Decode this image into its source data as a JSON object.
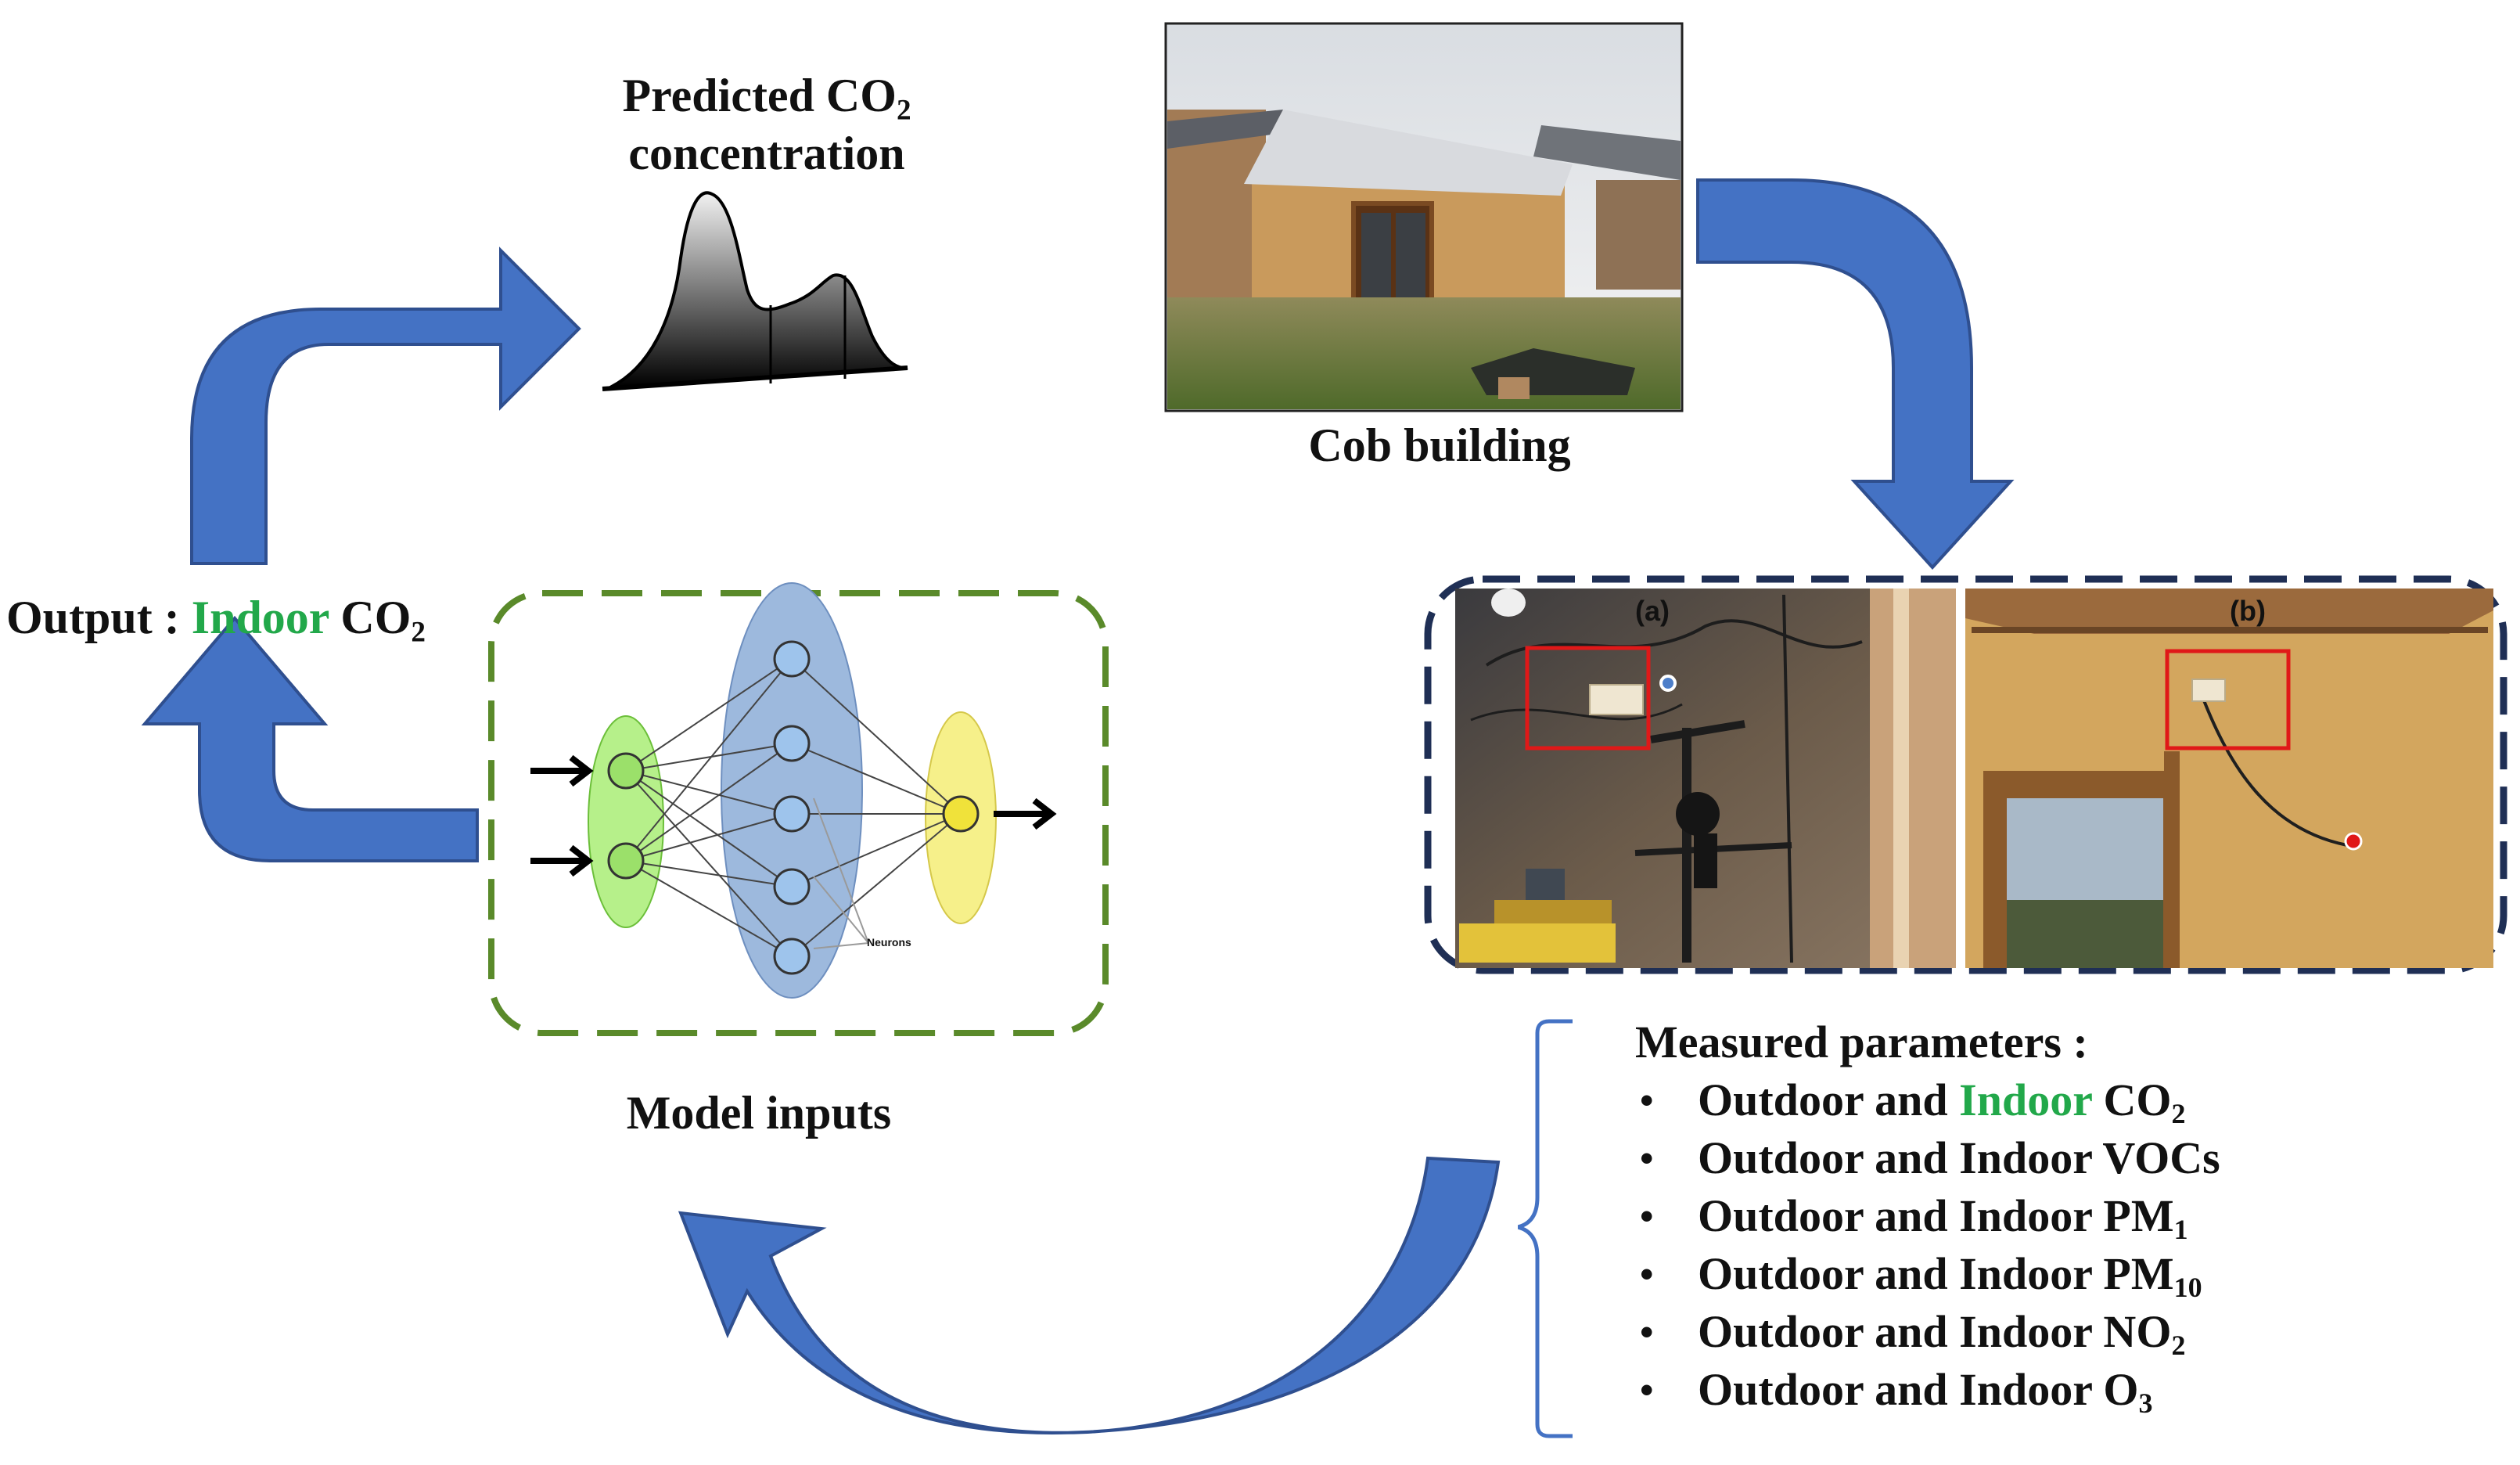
{
  "predicted": {
    "line1": "Predicted CO",
    "line1_sub": "2",
    "line2": "concentration"
  },
  "cob": {
    "label": "Cob building"
  },
  "output": {
    "prefix": "Output : ",
    "highlight": "Indoor",
    "suffix": " CO",
    "suffix_sub": "2"
  },
  "model": {
    "label": "Model inputs",
    "neurons_label": "Neurons"
  },
  "photos": {
    "a_label": "(a)",
    "b_label": "(b)"
  },
  "parameters": {
    "title": "Measured parameters :",
    "items": [
      {
        "pre": "Outdoor and ",
        "hl": "Indoor",
        "post": " CO",
        "sub": "2"
      },
      {
        "pre": "Outdoor and Indoor VOCs",
        "hl": "",
        "post": "",
        "sub": ""
      },
      {
        "pre": "Outdoor and Indoor PM",
        "hl": "",
        "post": "",
        "sub": "1"
      },
      {
        "pre": "Outdoor and Indoor PM",
        "hl": "",
        "post": "",
        "sub": "10"
      },
      {
        "pre": "Outdoor and Indoor NO",
        "hl": "",
        "post": "",
        "sub": "2"
      },
      {
        "pre": "Outdoor and Indoor O",
        "hl": "",
        "post": "",
        "sub": "3"
      }
    ]
  },
  "colors": {
    "arrow": "#4472c4",
    "arrow_dark": "#2f4f8f",
    "dash_green": "#5a8a2a",
    "dash_navy": "#1f2f55",
    "highlight_green": "#22a84a",
    "marker_red": "#e01818"
  }
}
